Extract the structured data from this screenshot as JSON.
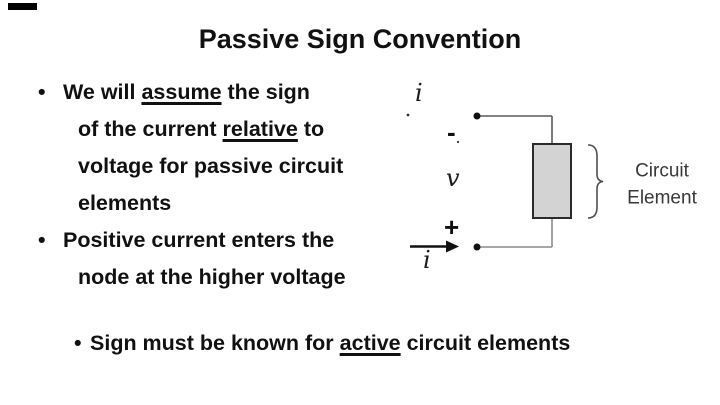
{
  "slide": {
    "title": "Passive Sign Convention",
    "bullets": [
      {
        "marker": "•",
        "lines": [
          {
            "segments": [
              {
                "text": "We will ",
                "underline": false
              },
              {
                "text": "assume",
                "underline": true
              },
              {
                "text": " the sign",
                "underline": false
              }
            ]
          },
          {
            "segments": [
              {
                "text": "of the current ",
                "underline": false
              },
              {
                "text": "relative",
                "underline": true
              },
              {
                "text": " to",
                "underline": false
              }
            ]
          },
          {
            "segments": [
              {
                "text": "voltage for passive circuit",
                "underline": false
              }
            ]
          },
          {
            "segments": [
              {
                "text": "elements",
                "underline": false
              }
            ]
          }
        ]
      },
      {
        "marker": "•",
        "lines": [
          {
            "segments": [
              {
                "text": "Positive current enters the",
                "underline": false
              }
            ]
          },
          {
            "segments": [
              {
                "text": "node at the higher voltage",
                "underline": false
              }
            ]
          }
        ]
      },
      {
        "marker": "•",
        "lines": [
          {
            "segments": [
              {
                "text": "Sign must be known for ",
                "underline": false
              },
              {
                "text": "active",
                "underline": true
              },
              {
                "text": " circuit elements",
                "underline": false
              }
            ]
          }
        ]
      }
    ]
  },
  "diagram": {
    "current_label_top": "i",
    "current_label_bottom": "i",
    "minus_sign": "-",
    "voltage_label": "v",
    "plus_sign": "+",
    "element_label_line1": "Circuit",
    "element_label_line2": "Element",
    "colors": {
      "element_fill": "#d3d3d3",
      "element_border": "#2b2b2b",
      "wire_top": "#5a5a5a",
      "wire_bottom": "#8a8a8a",
      "node": "#111111",
      "brace": "#4f4f4f",
      "label_text": "#383838",
      "body_text": "#111111",
      "background": "#ffffff"
    }
  }
}
